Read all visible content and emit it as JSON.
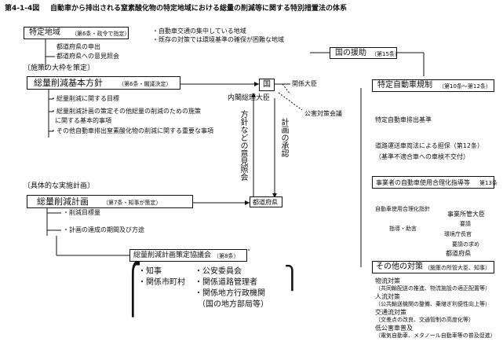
{
  "figure": {
    "number": "第4-1-4図",
    "title": "自動車から排出される窒素酸化物の特定地域における総量の削減等に関する特別措置法の体系"
  },
  "left": {
    "tokutei_chiiki": {
      "label": "特定地域",
      "note": "（第6条・政令で指定）"
    },
    "tokutei_reasons": [
      "・自動車交通の集中している地域",
      "・既存の対策では環境基準の確保が困難な地域"
    ],
    "prefecture_steps": [
      "都道府県の申出",
      "都道府県への意見照会"
    ],
    "shisaku_heading": "〔施策の大枠を策定〕",
    "basic_policy": {
      "label": "総量削減基本方針",
      "note": "（第6条・閣議決定）"
    },
    "policy_items": [
      "・総量削減に関する目標",
      "・総量削減計画の策定その他総量の削減のための施策",
      "に関する基本的事項",
      "・その他自動車排出窒素酸化物の削減に関する重要な事項"
    ],
    "gutai_heading": "〔具体的な実施計画〕",
    "reduction_plan": {
      "label": "総量削減計画",
      "note": "（第7条・知事が策定）"
    },
    "plan_items": [
      "・削減目標量",
      "・計画の達成の期間及び方途"
    ],
    "council": {
      "label": "総量削減計画策定協議会",
      "note": "（第8条）"
    },
    "council_members_left": [
      "・知事",
      "・関係市町村"
    ],
    "council_members_right": [
      "・公安委員会",
      "・関係道路管理者",
      "・関係地方行政機関",
      "（国の地方部局等）"
    ]
  },
  "middle": {
    "kuni": "国",
    "kankei_daijin": "関係大臣",
    "sori_daijin": "内閣総理大臣",
    "kogai_council": "公害対策会議",
    "opinion_vertical": "方針などの意見照会",
    "approval_vertical": "計画の承認",
    "todofuken": "都道府県"
  },
  "right": {
    "kuni_support": {
      "label": "国の援助",
      "note": "（第15条）"
    },
    "vehicle_reg": {
      "label": "特定自動車規制",
      "note": "（第10条～第12条）"
    },
    "emission_std": "特定自動車排出基準",
    "road_transport": [
      "道路運送車両法による担保（第12条）",
      "（基準不適合車への車検不交付）"
    ],
    "business_use": {
      "label": "事業者の自動車使用合理化指導等",
      "note": "第13条"
    },
    "guideline": "自動車使用合理化指針",
    "guidance": "指導・助言",
    "minister": "事業所管大臣",
    "request1": "要請",
    "agency": "環境庁長官",
    "request2": "要請の求め",
    "pref": "都道府県",
    "other": {
      "label": "その他の対策",
      "note": "（施策の所管大臣、知事）"
    },
    "other_items": [
      {
        "head": "物流対策",
        "sub": "（共同輸配送の推進、物流施設の適正配置等）"
      },
      {
        "head": "人流対策",
        "sub": "（公共輸送機関の整備、乗継ぎ利便性向上等）"
      },
      {
        "head": "交通流対策",
        "sub": "（交差点の改良、交通管制の高度化等）"
      },
      {
        "head": "低公害車普及",
        "sub": "（電気自動車、メタノール自動車等の普及促進）"
      }
    ]
  }
}
